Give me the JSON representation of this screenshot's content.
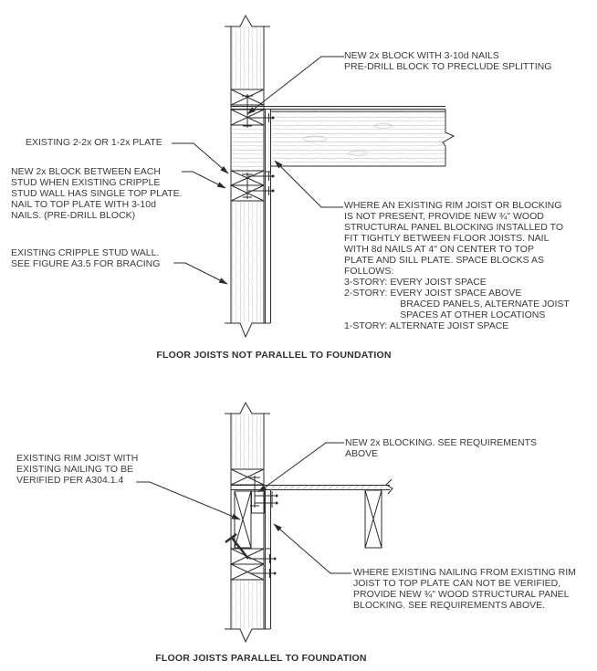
{
  "page": {
    "background_color": "#ffffff",
    "line_color": "#2b2b2b",
    "text_color": "#3a3a3a"
  },
  "figure1": {
    "caption": "FLOOR JOISTS NOT PARALLEL TO FOUNDATION",
    "labels": {
      "new_block_nails": "NEW 2x BLOCK WITH 3-10d NAILS\nPRE-DRILL BLOCK TO PRECLUDE SPLITTING",
      "existing_plate": "EXISTING 2-2x OR 1-2x PLATE",
      "new_block_between_studs": "NEW 2x BLOCK BETWEEN EACH\nSTUD WHEN EXISTING CRIPPLE\nSTUD WALL HAS SINGLE TOP PLATE.\nNAIL TO TOP PLATE WITH 3-10d\nNAILS. (PRE-DRILL BLOCK)",
      "existing_cripple_wall": "EXISTING CRIPPLE STUD WALL.\nSEE FIGURE A3.5 FOR BRACING",
      "blocking_note": "WHERE AN EXISTING RIM JOIST OR BLOCKING\nIS NOT PRESENT, PROVIDE NEW ¾\" WOOD\nSTRUCTURAL PANEL BLOCKING INSTALLED TO\nFIT TIGHTLY BETWEEN FLOOR JOISTS. NAIL\nWITH 8d NAILS AT 4\" ON CENTER TO TOP\nPLATE AND SILL PLATE. SPACE BLOCKS AS\nFOLLOWS:\n3-STORY: EVERY JOIST SPACE\n2-STORY: EVERY JOIST SPACE ABOVE\n                     BRACED PANELS, ALTERNATE JOIST\n                     SPACES AT OTHER LOCATIONS\n1-STORY: ALTERNATE JOIST SPACE"
    }
  },
  "figure2": {
    "caption": "FLOOR JOISTS PARALLEL TO FOUNDATION",
    "labels": {
      "existing_rim_joist": "EXISTING RIM JOIST WITH\nEXISTING NAILING TO BE\nVERIFIED PER A304.1.4",
      "new_blocking": "NEW 2x BLOCKING. SEE REQUIREMENTS\nABOVE",
      "nailing_note": "WHERE EXISTING NAILING FROM EXISTING RIM\nJOIST TO TOP PLATE CAN NOT BE VERIFIED,\nPROVIDE NEW ¾\" WOOD STRUCTURAL PANEL\nBLOCKING. SEE REQUIREMENTS ABOVE."
    }
  }
}
